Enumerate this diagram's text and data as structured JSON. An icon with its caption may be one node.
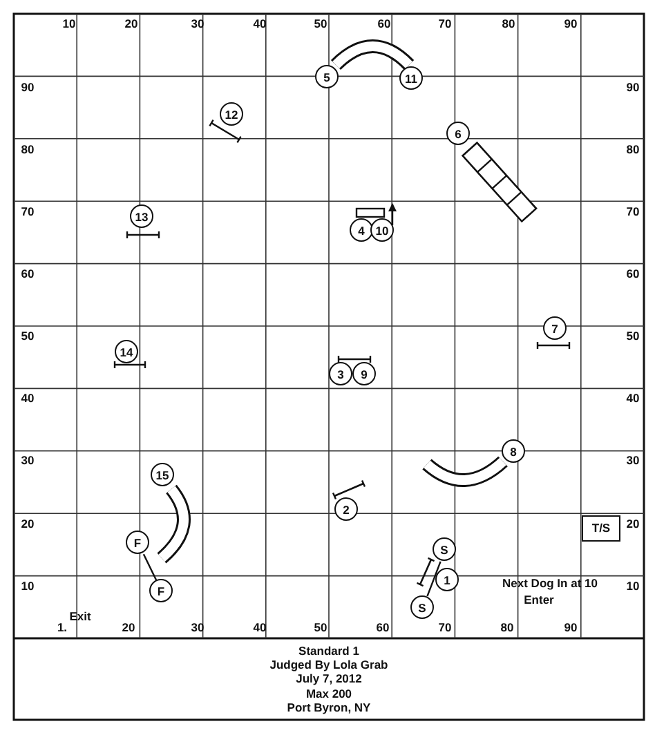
{
  "diagram": {
    "nodes": [
      {
        "text": [
          "5"
        ]
      },
      {
        "text": [
          "11"
        ]
      },
      {
        "text": [
          "12"
        ]
      },
      {
        "text": [
          "6"
        ]
      },
      {
        "text": [
          "13"
        ]
      },
      {
        "text": [
          "4"
        ]
      },
      {
        "text": [
          "10"
        ]
      },
      {
        "text": [
          "7"
        ]
      },
      {
        "text": [
          "14"
        ]
      },
      {
        "text": [
          "3"
        ]
      },
      {
        "text": [
          "9"
        ]
      },
      {
        "text": [
          "8"
        ]
      },
      {
        "text": [
          "15"
        ]
      },
      {
        "text": [
          "2"
        ]
      },
      {
        "text": [
          "T/S"
        ]
      },
      {
        "text": [
          "F"
        ]
      },
      {
        "text": [
          "S"
        ]
      },
      {
        "text": [
          "1"
        ]
      },
      {
        "text": [
          "F"
        ]
      },
      {
        "text": [
          "S"
        ]
      }
    ],
    "edges": [
      {
        "from": 15,
        "to": 18,
        "arrow": "none"
      },
      {
        "from": 16,
        "to": 19,
        "arrow": "none"
      }
    ],
    "labels": [
      "10",
      "20",
      "30",
      "40",
      "50",
      "60",
      "70",
      "80",
      "90",
      "90",
      "90",
      "80",
      "80",
      "70",
      "70",
      "60",
      "60",
      "50",
      "50",
      "40",
      "40",
      "30",
      "30",
      "20",
      "20",
      "10",
      "Next Dog In at 10",
      "10",
      "Enter",
      "Exit",
      "1.",
      "20",
      "30",
      "40",
      "50",
      "60",
      "70",
      "80",
      "90",
      "Standard 1",
      "Judged By Lola Grab",
      "July 7, 2012",
      "Max 200",
      "Port Byron, NY"
    ]
  }
}
